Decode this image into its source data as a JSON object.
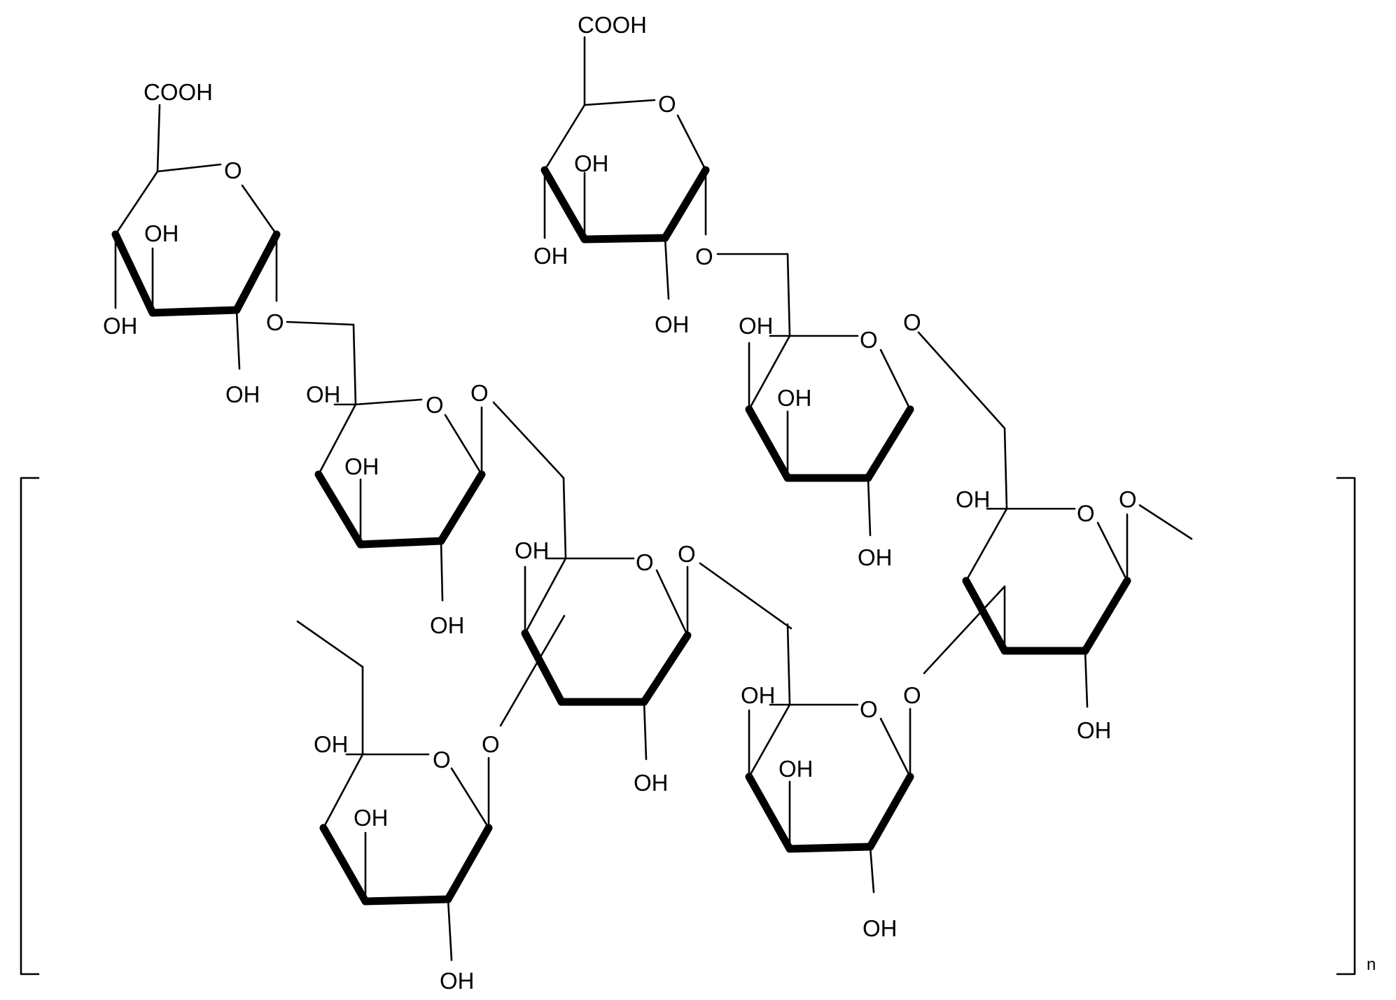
{
  "labels": {
    "cooh": "COOH",
    "oh": "OH",
    "o": "O",
    "n": "n"
  }
}
